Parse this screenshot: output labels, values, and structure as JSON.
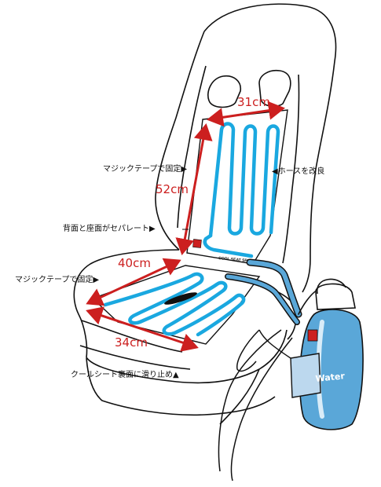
{
  "labels": {
    "velcro_back": "マジックテープで固定▶",
    "hose_improved": "◀ホースを改良",
    "separate": "背面と座面がセパレート▶",
    "velcro_seat": "マジックテープで固定▶",
    "nonslip": "クールシート裏面に滑り止め▲"
  },
  "dimensions": {
    "back_width": "31cm",
    "back_height": "52cm",
    "seat_depth": "40cm",
    "seat_width": "34cm"
  },
  "pad_text": "COOL SEAT SPEC-R",
  "bottle_text": "Water",
  "colors": {
    "dimension": "#cc1f1f",
    "tube": "#1aa8e0",
    "bottle": "#5aa7d8",
    "outline": "#111111"
  }
}
